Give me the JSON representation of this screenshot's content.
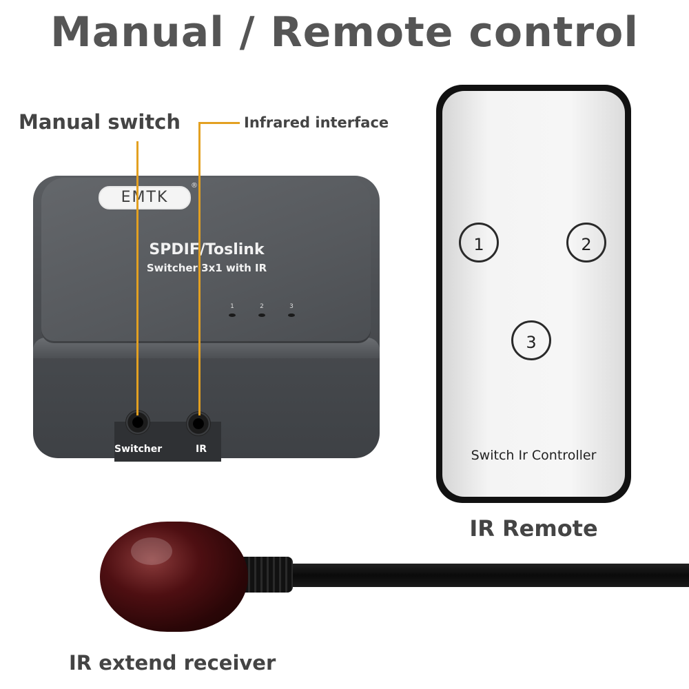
{
  "title": "Manual / Remote control",
  "callouts": {
    "manual_switch": "Manual switch",
    "infrared_interface": "Infrared interface"
  },
  "device": {
    "logo": "EMTK",
    "logo_mark": "®",
    "title": "SPDIF/Toslink",
    "subtitle": "Switcher 3x1  with IR",
    "leds": [
      "1",
      "2",
      "3"
    ],
    "ports": [
      "Switcher",
      "IR"
    ]
  },
  "remote": {
    "buttons": [
      "1",
      "2",
      "3"
    ],
    "label": "Switch Ir Controller",
    "caption": "IR Remote"
  },
  "receiver": {
    "caption": "IR extend receiver"
  },
  "colors": {
    "leader_line": "#e3a021",
    "text": "#444444",
    "device_body": "#55585c",
    "receiver": "#4e0f12"
  }
}
